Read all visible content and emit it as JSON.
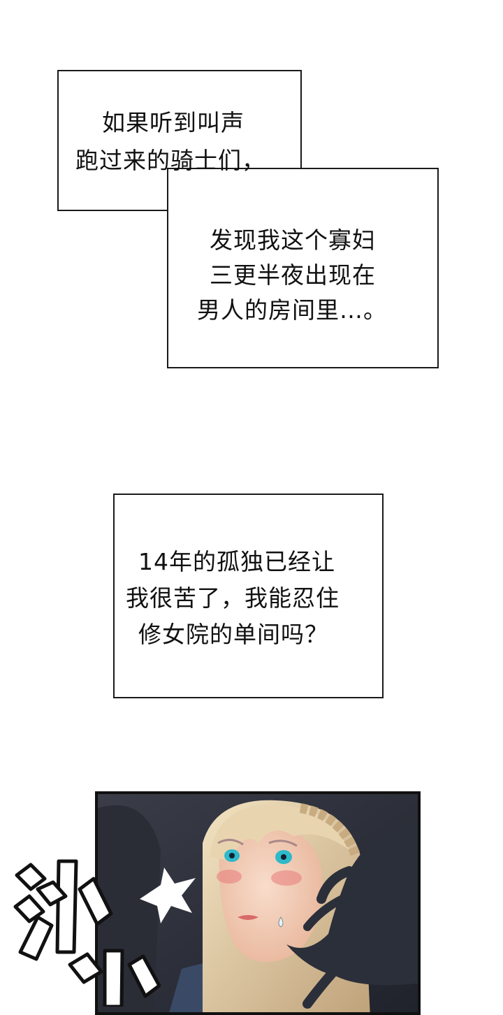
{
  "bubble_1": {
    "lines": [
      "如果听到叫声",
      "跑过来的骑士们，"
    ]
  },
  "bubble_2": {
    "lines": [
      "发现我这个寡妇",
      "三更半夜出现在",
      "男人的房间里…。"
    ]
  },
  "bubble_3": {
    "lines": [
      "14年的孤独已经让",
      "我很苦了，我能忍住",
      "修女院的单间吗？"
    ]
  },
  "colors": {
    "ink": "#111111",
    "hair": "#e6d2a8",
    "eye": "#2fb9c9",
    "blush": "#e77a7a",
    "shadow_hand": "#2b2f3a"
  }
}
